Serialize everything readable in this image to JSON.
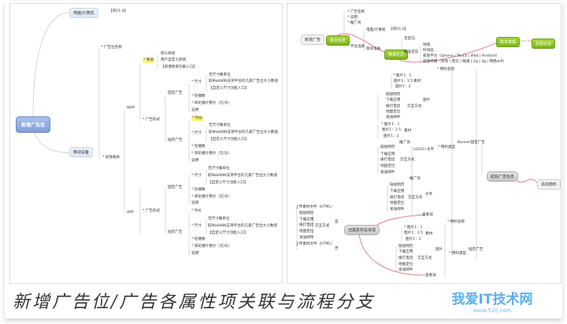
{
  "caption": "新增广告位/广告各属性项关联与流程分支",
  "watermark": {
    "name": "我爱IT技术网",
    "url": "www.52ij.com"
  },
  "colors": {
    "accent_green": "#7cb518",
    "root_blue": "#7f9fd4",
    "link_pink": "#d9607a",
    "watermark": "#5ab0ea"
  },
  "left_map": {
    "root": "新增广告位",
    "pc": "电脑/计算机",
    "pc_note": "【同V1.0】",
    "mobile": "移动设备",
    "ad_name": "* 广告位名称",
    "carrier": "* 投放载体",
    "wap": "WAP",
    "channel": "* 频道",
    "channel_items": [
      "默认频道",
      "用户自定义频道",
      "【新增频道功能入口】"
    ],
    "wap_form": "* 广告形式",
    "app": "APP",
    "app_form": "* 广告形式",
    "fixed": "固定广告",
    "interstitial": "插页广告",
    "duration": "* 时长",
    "size": "* 尺寸",
    "size_items": [
      "无尺寸确单位",
      "取MobWIN支持平台的几家广告位大小数值",
      "【自定义尺寸功能入口】"
    ],
    "rotation": "* 轮播数",
    "price": "* 单轮播计费价（元/天）",
    "desc": "说明"
  },
  "right_map": {
    "new_ad": "新增广告",
    "basic_info": "基本信息",
    "basic_items": [
      "* 广告名称",
      "* 说明",
      "* 推广商"
    ],
    "platform": "* 平台选择",
    "pc": "电脑/计算机",
    "pc_note": "【同V1.0】",
    "mobile": "移动设备",
    "targeting": "精准定向",
    "no_target": "无定向",
    "precise": "精准定向",
    "target_items": [
      "地域",
      "时间段",
      "投放平台（Iphone | Touch | iPad | Android）",
      "投放终端（移动 | 电信 | 联通 | 2g | 3g | 网络wifi）"
    ],
    "schedule": "购买排期",
    "done": "投放完成",
    "material_name": "* 物料名称",
    "material_type": "* 物料类型",
    "banner": "Banner固定广告",
    "interstitial": "插页广告",
    "ad_info": "起始广告信息",
    "add_material": "添加物料",
    "create_asset": "创建素材及资源",
    "asset": "素材",
    "image": "图片",
    "logo_text": "LOGO+文字",
    "text": "文字",
    "slogan": "推广语",
    "interaction": "交互方式",
    "ratios": [
      "* 图片1：1",
      "图片1：1.5",
      "图片1：2"
    ],
    "actions": [
      "链接网页",
      "下载应用",
      "拨打电话",
      "地图定位",
      "发送邮件"
    ],
    "upload_html": "上传素材文件（HTML）",
    "yes": "是",
    "no": "否",
    "view_detail": "查看详"
  }
}
